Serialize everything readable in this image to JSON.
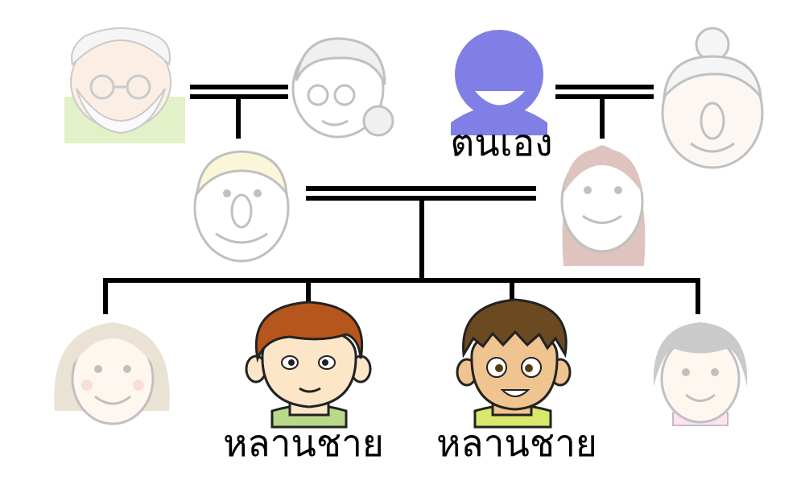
{
  "labels": {
    "self": "ตนเอง",
    "grandson_left": "หลานชาย",
    "grandson_right": "หลานชาย"
  },
  "colors": {
    "self_figure": "#7f7fe6",
    "line": "#000000",
    "hair_brown": "#b5561c",
    "hair_dark": "#6b4a22",
    "skin_light": "#fde6c8",
    "skin_tan": "#f0c490"
  }
}
